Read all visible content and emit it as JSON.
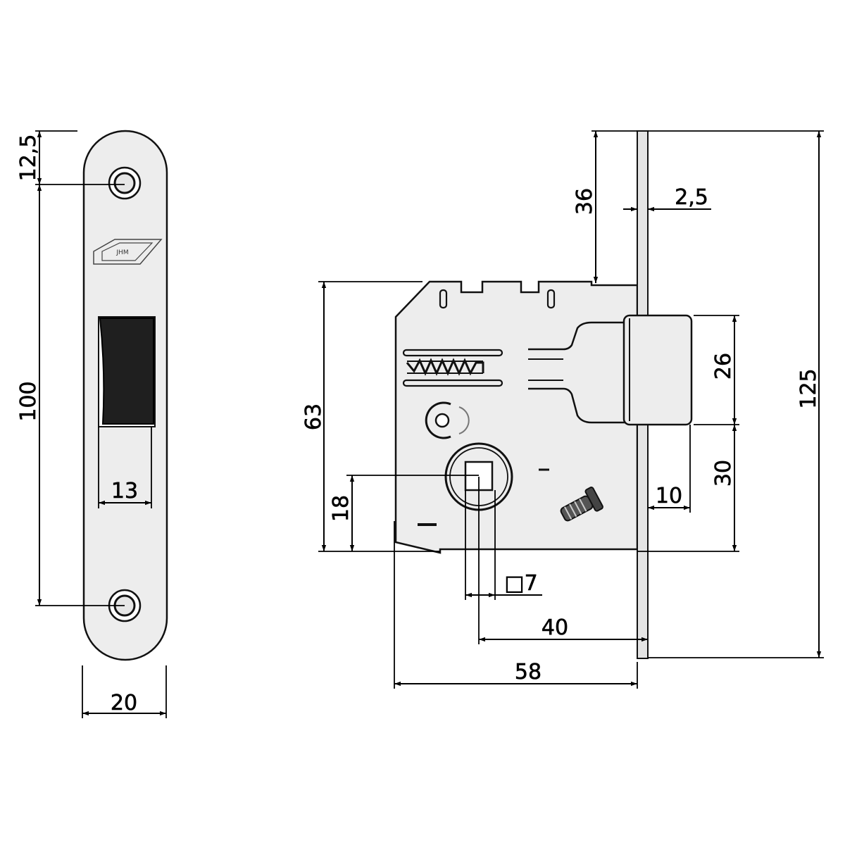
{
  "faceplate": {
    "logo_text": "JHM",
    "dims": {
      "screw_offset": "12,5",
      "screw_spacing": "100",
      "latch_window_width": "13",
      "plate_width": "20"
    }
  },
  "lock_body": {
    "dims": {
      "top_to_latch": "36",
      "faceplate_thickness": "2,5",
      "latch_height": "26",
      "overall_height": "125",
      "body_height": "63",
      "latch_to_bottom": "30",
      "latch_projection": "10",
      "spindle_from_bottom": "18",
      "spindle_square": "□7",
      "backset": "40",
      "body_depth": "58"
    }
  }
}
